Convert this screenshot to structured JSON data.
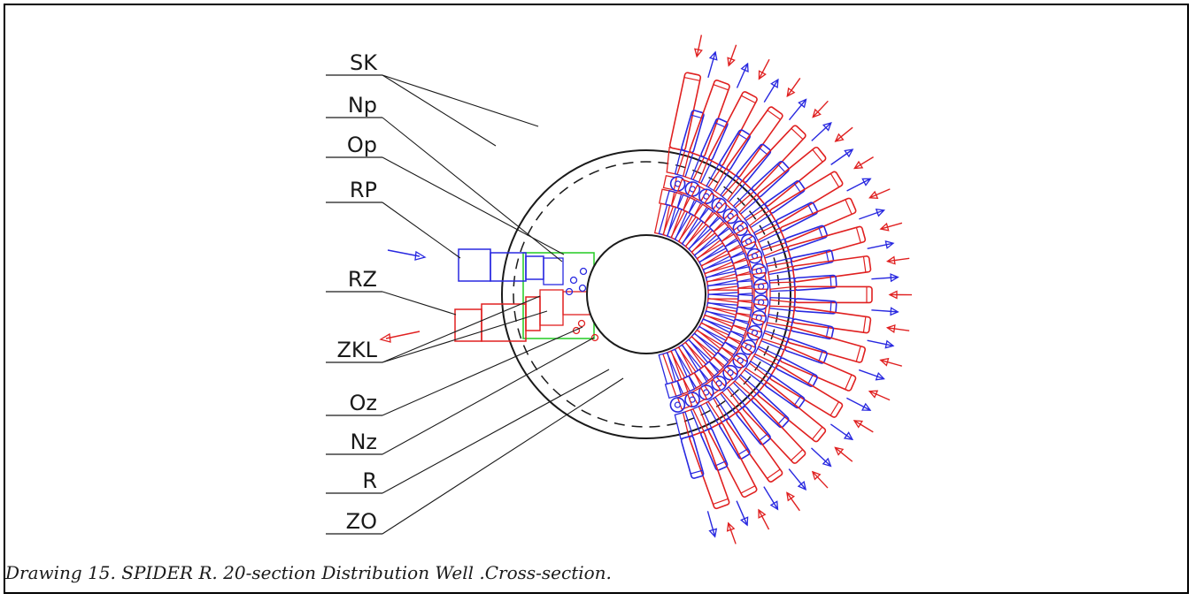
{
  "colors": {
    "supply": "#e02020",
    "return": "#2828e0",
    "outline": "#1a1a1a",
    "bypass_frame": "#22cc22",
    "background": "#ffffff"
  },
  "diagram": {
    "sections": 20,
    "labels": {
      "SK": "SK",
      "Np": "Np",
      "Op": "Op",
      "RP": "RP",
      "RZ": "RZ",
      "ZKL": "ZKL",
      "Oz": "Oz",
      "Nz": "Nz",
      "R": "R",
      "ZO": "ZO"
    }
  },
  "caption": "Drawing 15. SPIDER R. 20-section Distribution Well .Cross-section."
}
